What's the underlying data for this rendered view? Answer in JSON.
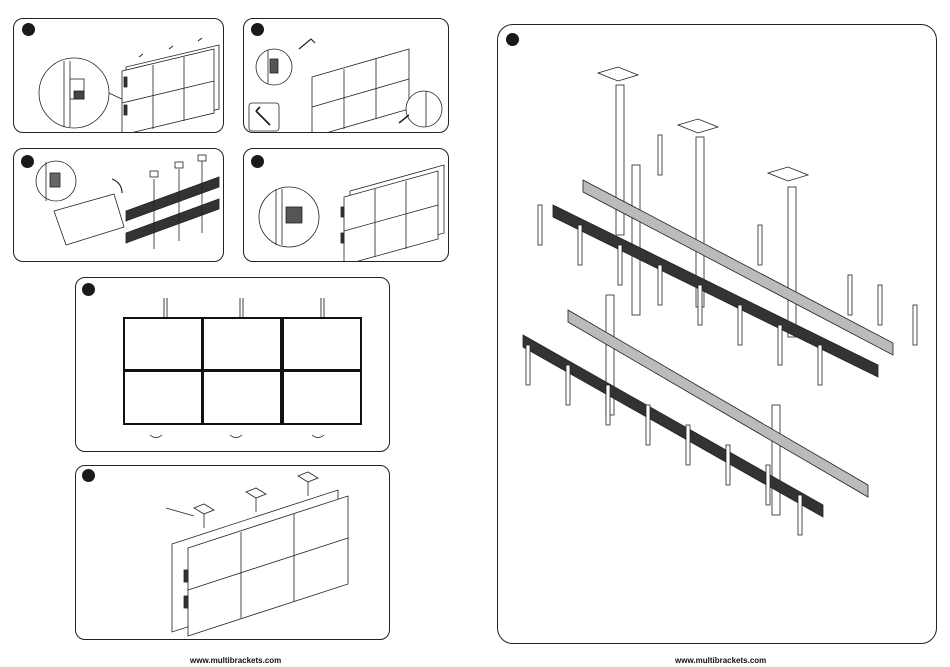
{
  "left_page": {
    "footer_url": "www.multibrackets.com"
  },
  "right_page": {
    "footer_url": "www.multibrackets.com"
  },
  "panels": [
    {
      "id": "step-1",
      "icons": [
        "detail-magnifier-icon",
        "video-wall-screens-icon"
      ]
    },
    {
      "id": "step-2",
      "icons": [
        "allen-key-icon",
        "detail-magnifier-icon",
        "video-wall-screens-icon"
      ]
    },
    {
      "id": "step-3",
      "icons": [
        "detail-magnifier-icon",
        "screen-rotate-icon",
        "rail-frame-icon"
      ]
    },
    {
      "id": "step-4",
      "icons": [
        "detail-magnifier-icon",
        "video-wall-screens-icon"
      ]
    },
    {
      "id": "step-5",
      "icons": [
        "front-view-grid-icon"
      ],
      "grid": {
        "rows": 2,
        "cols": 3
      }
    },
    {
      "id": "step-6",
      "icons": [
        "ceiling-mounted-wall-icon"
      ]
    },
    {
      "id": "exploded-view",
      "icons": [
        "exploded-assembly-icon"
      ]
    }
  ],
  "colors": {
    "line": "#222222",
    "fill": "#ffffff",
    "dot": "#1a1a1a"
  }
}
